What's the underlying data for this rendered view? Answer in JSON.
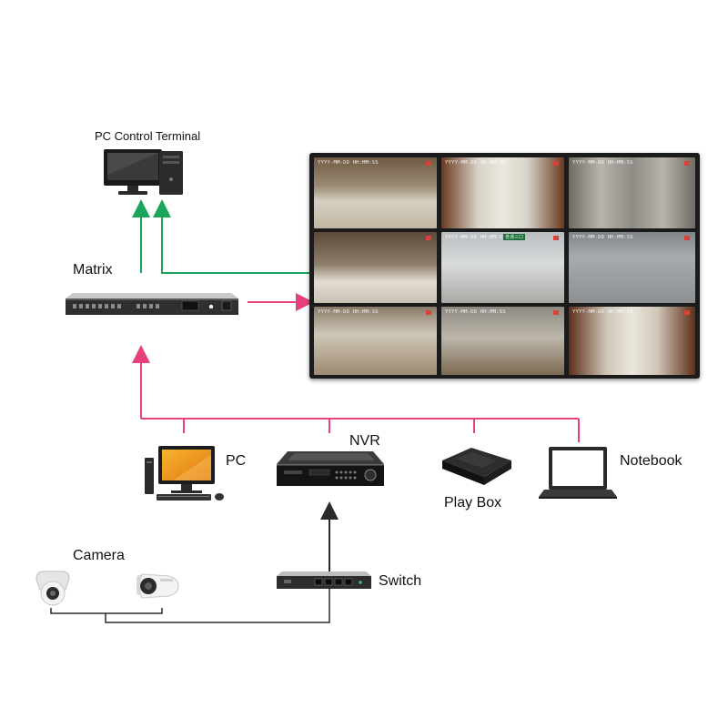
{
  "labels": {
    "pc_control_terminal": "PC Control Terminal",
    "matrix": "Matrix",
    "nvr": "NVR",
    "pc": "PC",
    "play_box": "Play Box",
    "notebook": "Notebook",
    "camera": "Camera",
    "switch": "Switch"
  },
  "video_wall": {
    "timestamp": "YYYY-MM-DD HH:MM:SS",
    "tag": "普通三口"
  },
  "colors": {
    "control_link": "#1aa55a",
    "video_link": "#e6417d",
    "network_link": "#2b2b2b"
  }
}
